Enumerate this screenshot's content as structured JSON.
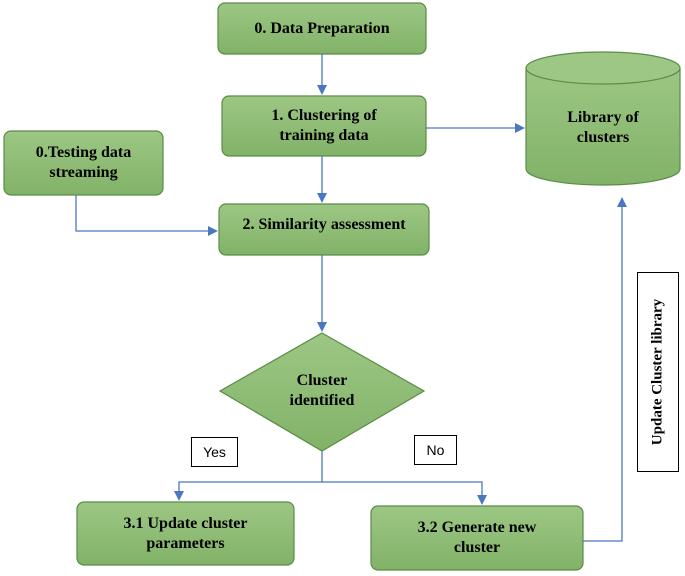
{
  "nodes": {
    "data_preparation": "0. Data Preparation",
    "clustering": "1. Clustering of\ntraining data",
    "testing": "0.Testing data\nstreaming",
    "similarity": "2. Similarity assessment",
    "decision": "Cluster\nidentified",
    "update_params": "3.1 Update cluster\nparameters",
    "generate_new": "3.2 Generate new\ncluster",
    "library": "Library of\nclusters"
  },
  "labels": {
    "yes": "Yes",
    "no": "No",
    "update_library": "Update Cluster library"
  },
  "colors": {
    "box_fill": "#8dbb72",
    "box_stroke": "#5b8c46",
    "arrow": "#4a78c0"
  }
}
